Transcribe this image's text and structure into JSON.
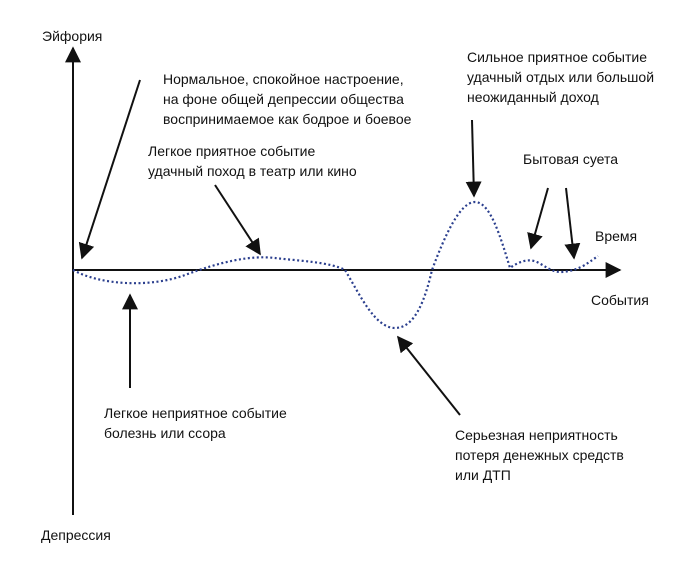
{
  "axes": {
    "y_top_label": "Эйфория",
    "y_bottom_label": "Депрессия",
    "x_upper_label": "Время",
    "x_lower_label": "События"
  },
  "annotations": {
    "normal": {
      "line1": "Нормальное, спокойное настроение,",
      "line2": "на фоне общей депрессии общества",
      "line3": "воспринимаемое как бодрое и боевое"
    },
    "light_pleasant": {
      "line1": "Легкое приятное событие",
      "line2": "удачный поход в театр или кино"
    },
    "light_unpleasant": {
      "line1": "Легкое неприятное событие",
      "line2": "болезнь или ссора"
    },
    "strong_pleasant": {
      "line1": "Сильное приятное событие",
      "line2": "удачный отдых или большой",
      "line3": "неожиданный доход"
    },
    "serious_unpleasant": {
      "line1": "Серьезная неприятность",
      "line2": "потеря денежных средств",
      "line3": "или ДТП"
    },
    "household": {
      "line1": "Бытовая суета"
    }
  },
  "colors": {
    "axis": "#111111",
    "curve": "#2b3f8e",
    "text": "#111111"
  }
}
